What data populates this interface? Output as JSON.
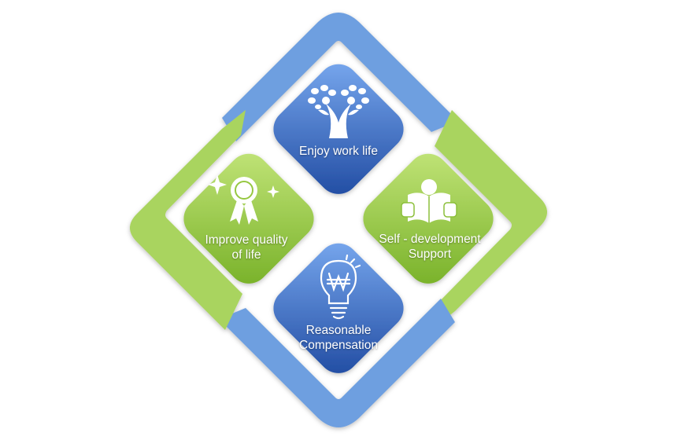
{
  "colors": {
    "blue_light": "#6fa2e6",
    "blue_dark": "#1f4fa8",
    "green_light": "#b8de6a",
    "green_dark": "#7fb82c",
    "ring_blue": "#6e9fe0",
    "ring_green": "#a9d45e"
  },
  "quadrants": {
    "top": {
      "lines": [
        "Enjoy work life"
      ],
      "icon": "tree-people-icon"
    },
    "right": {
      "lines": [
        "Self - development",
        "Support"
      ],
      "icon": "open-book-icon"
    },
    "bottom": {
      "lines": [
        "Reasonable",
        "Compensation"
      ],
      "icon": "lightbulb-won-icon"
    },
    "left": {
      "lines": [
        "Improve quality",
        "of life"
      ],
      "icon": "award-ribbon-icon"
    }
  }
}
